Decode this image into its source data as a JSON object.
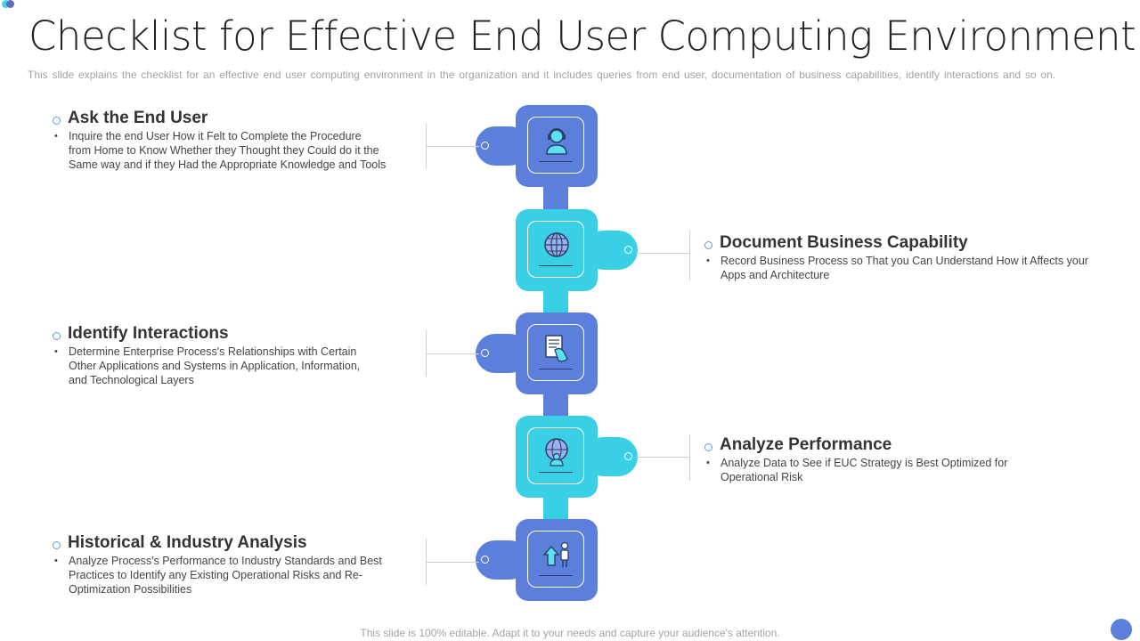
{
  "title": "Checklist for Effective End User Computing Environment",
  "subtitle": "This slide explains the checklist for an effective  end user computing environment  in the organization  and it includes queries from  end user, documentation  of business capabilities, identify interactions  and  so on.",
  "steps": [
    {
      "heading": "Ask the End User",
      "description": "Inquire the end User How it Felt to Complete the Procedure from Home to Know Whether they Thought  they Could do it the Same way and if they Had the Appropriate Knowledge and Tools",
      "icon": "user-headset-icon"
    },
    {
      "heading": "Document Business Capability",
      "description": "Record Business Process so That you Can Understand  How it Affects your Apps and Architecture",
      "icon": "globe-icon"
    },
    {
      "heading": "Identify Interactions",
      "description": "Determine Enterprise Process's Relationships with Certain Other Applications and Systems in Application, Information,  and Technological  Layers",
      "icon": "document-hand-icon"
    },
    {
      "heading": "Analyze Performance",
      "description": "Analyze Data to See if EUC Strategy is Best Optimized for Operational  Risk",
      "icon": "globe-person-icon"
    },
    {
      "heading": "Historical & Industry Analysis",
      "description": "Analyze Process's Performance to Industry Standards and Best Practices to Identify any Existing Operational Risks and Re-Optimization  Possibilities",
      "icon": "growth-person-icon"
    }
  ],
  "footer": "This slide is 100% editable. Adapt it to your needs and capture your audience's attention.",
  "colors": {
    "blue": "#5c7fdc",
    "cyan": "#39cfe4",
    "icon_dark": "#2c3e6a"
  }
}
